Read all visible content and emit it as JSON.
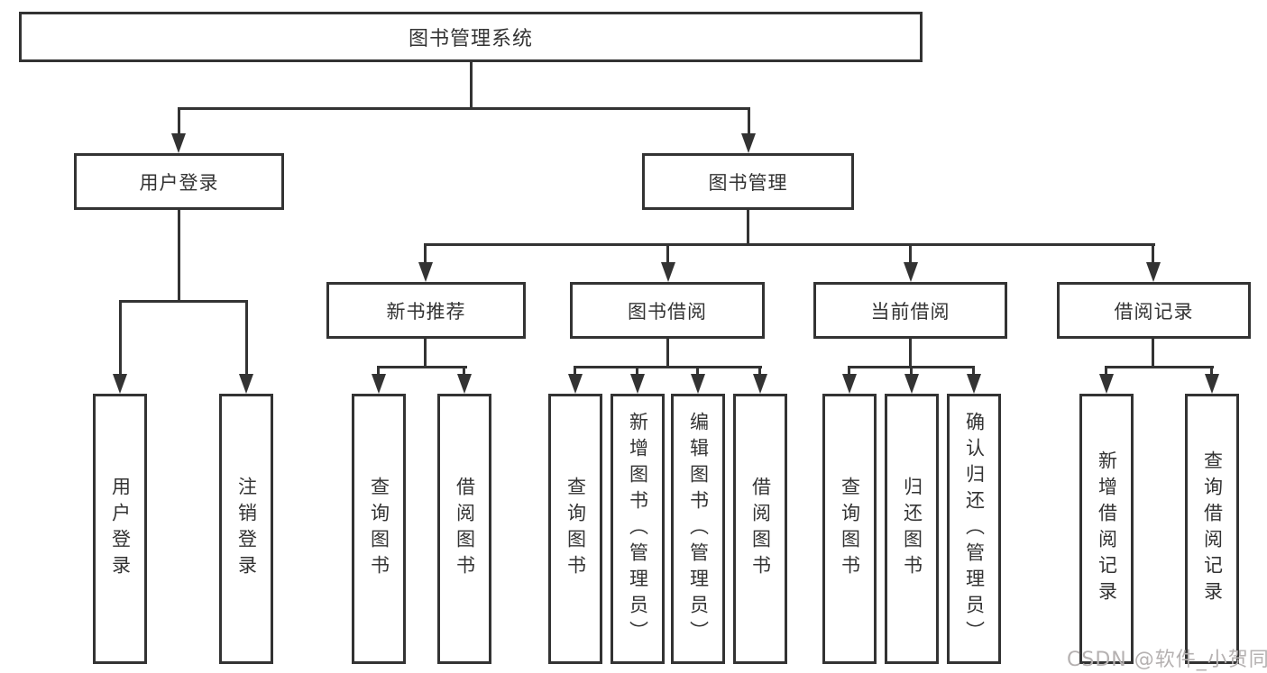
{
  "colors": {
    "line": "#333333",
    "box_border": "#333333",
    "box_bg": "#ffffff",
    "text": "#333333",
    "watermark": "#b5b1b1"
  },
  "diagram": {
    "root": {
      "label": "图书管理系统"
    },
    "level2": [
      {
        "id": "user-login",
        "label": "用户登录"
      },
      {
        "id": "book-management",
        "label": "图书管理"
      }
    ],
    "level3": [
      {
        "id": "new-book-recommend",
        "label": "新书推荐"
      },
      {
        "id": "book-borrow",
        "label": "图书借阅"
      },
      {
        "id": "current-borrow",
        "label": "当前借阅"
      },
      {
        "id": "borrow-records",
        "label": "借阅记录"
      }
    ],
    "leaves": {
      "user_login": [
        {
          "label": "用户登录"
        },
        {
          "label": "注销登录"
        }
      ],
      "new_book_recommend": [
        {
          "label": "查询图书"
        },
        {
          "label": "借阅图书"
        }
      ],
      "book_borrow": [
        {
          "label": "查询图书"
        },
        {
          "label": "新增图书（管理员）"
        },
        {
          "label": "编辑图书（管理员）"
        },
        {
          "label": "借阅图书"
        }
      ],
      "current_borrow": [
        {
          "label": "查询图书"
        },
        {
          "label": "归还图书"
        },
        {
          "label": "确认归还（管理员）"
        }
      ],
      "borrow_records": [
        {
          "label": "新增借阅记录"
        },
        {
          "label": "查询借阅记录"
        }
      ]
    }
  },
  "watermark": {
    "text": "CSDN @软件_小贺同学"
  }
}
